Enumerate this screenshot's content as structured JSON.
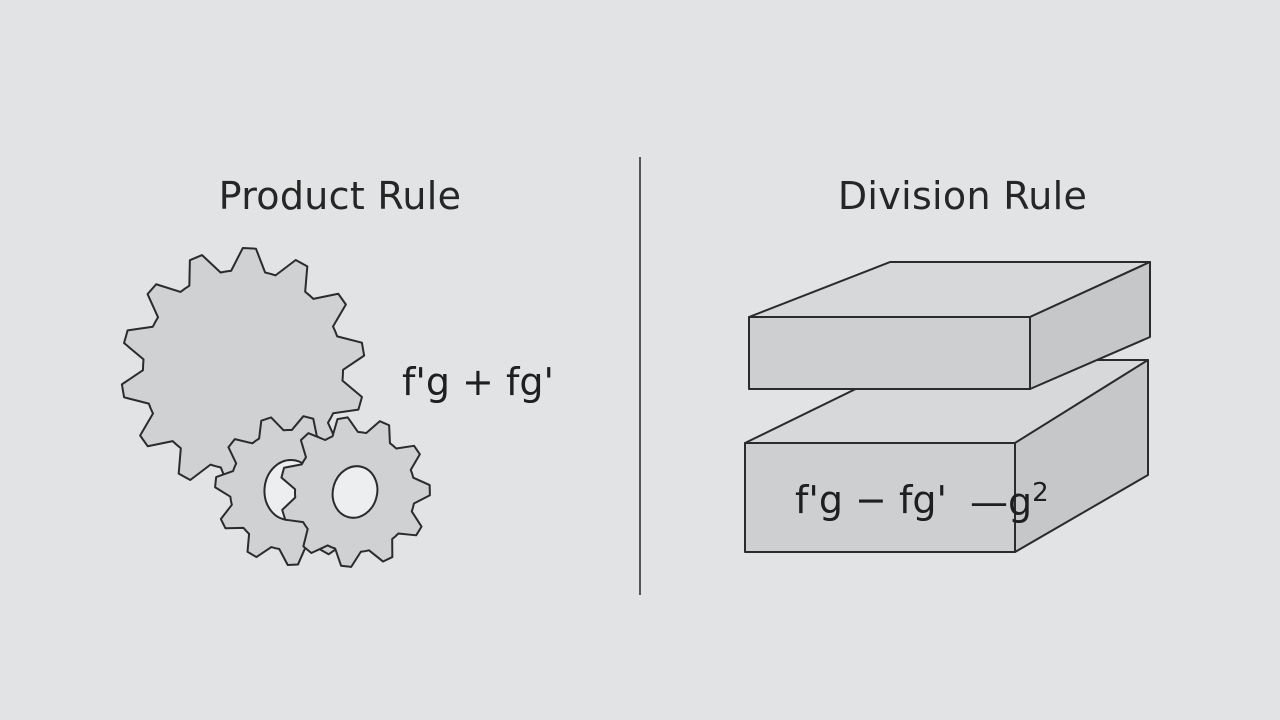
{
  "product": {
    "title": "Product Rule",
    "formula": "f'g + fg'"
  },
  "division": {
    "title": "Division Rule",
    "numerator": "f'g − fg'",
    "denominator_base": "g",
    "denominator_exp": "2"
  },
  "colors": {
    "background": "#e1e3e4",
    "shape_fill": "#cfd1d3",
    "stroke": "#2b2b2b"
  },
  "icons": [
    "gears-icon",
    "stacked-blocks-icon"
  ]
}
